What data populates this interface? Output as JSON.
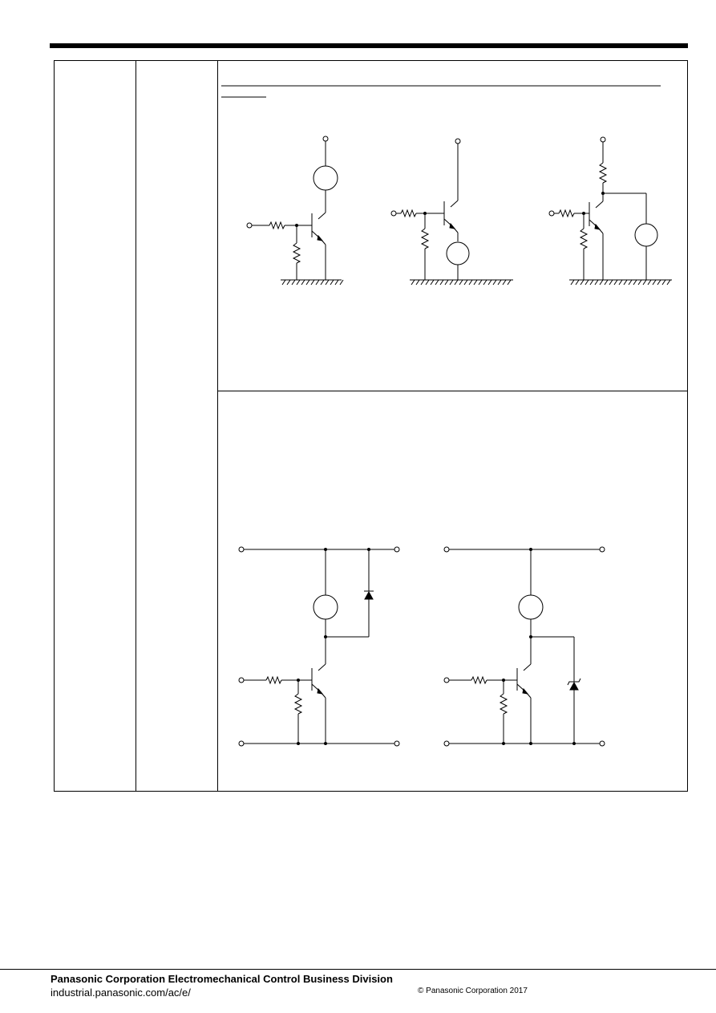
{
  "footer": {
    "company": "Panasonic Corporation Electromechanical Control Business Division",
    "url": "industrial.panasonic.com/ac/e/",
    "copyright": "© Panasonic Corporation 2017"
  }
}
